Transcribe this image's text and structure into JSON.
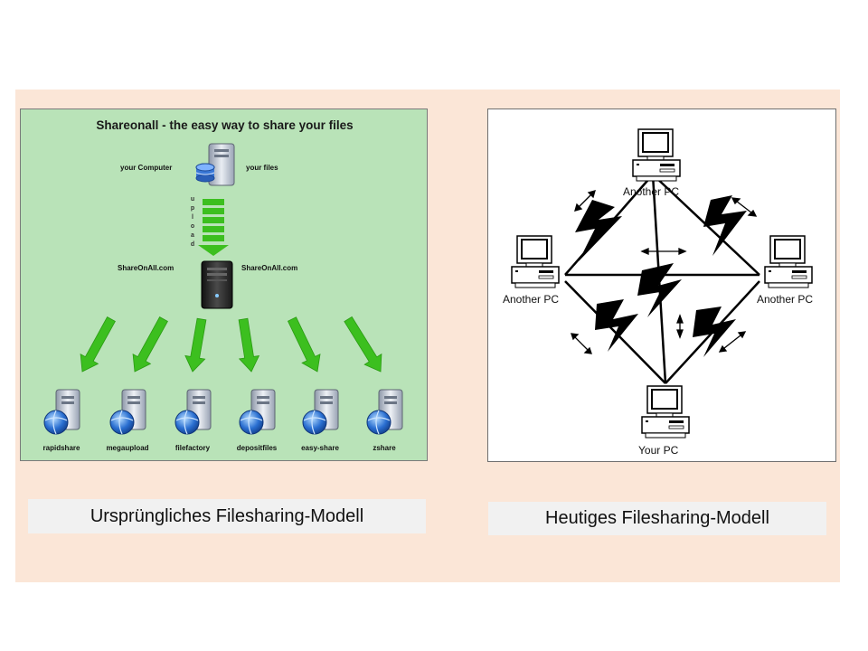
{
  "left_panel": {
    "title": "Shareonall - the easy way to share your files",
    "your_computer": "your Computer",
    "your_files": "your files",
    "upload": [
      "u",
      "p",
      "l",
      "o",
      "a",
      "d"
    ],
    "server_left": "ShareOnAll.com",
    "server_right": "ShareOnAll.com",
    "sites": [
      "rapidshare",
      "megaupload",
      "filefactory",
      "depositfiles",
      "easy-share",
      "zshare"
    ],
    "caption": "Ursprüngliches Filesharing-Modell"
  },
  "right_panel": {
    "pc_top": "Another PC",
    "pc_left": "Another PC",
    "pc_right": "Another PC",
    "pc_bottom": "Your PC",
    "caption": "Heutiges Filesharing-Modell"
  },
  "colors": {
    "stage_bg": "#fbe6d7",
    "left_panel_bg": "#b9e3b8",
    "arrow_green": "#3cbf1f",
    "caption_bg": "#f1f1f1"
  }
}
